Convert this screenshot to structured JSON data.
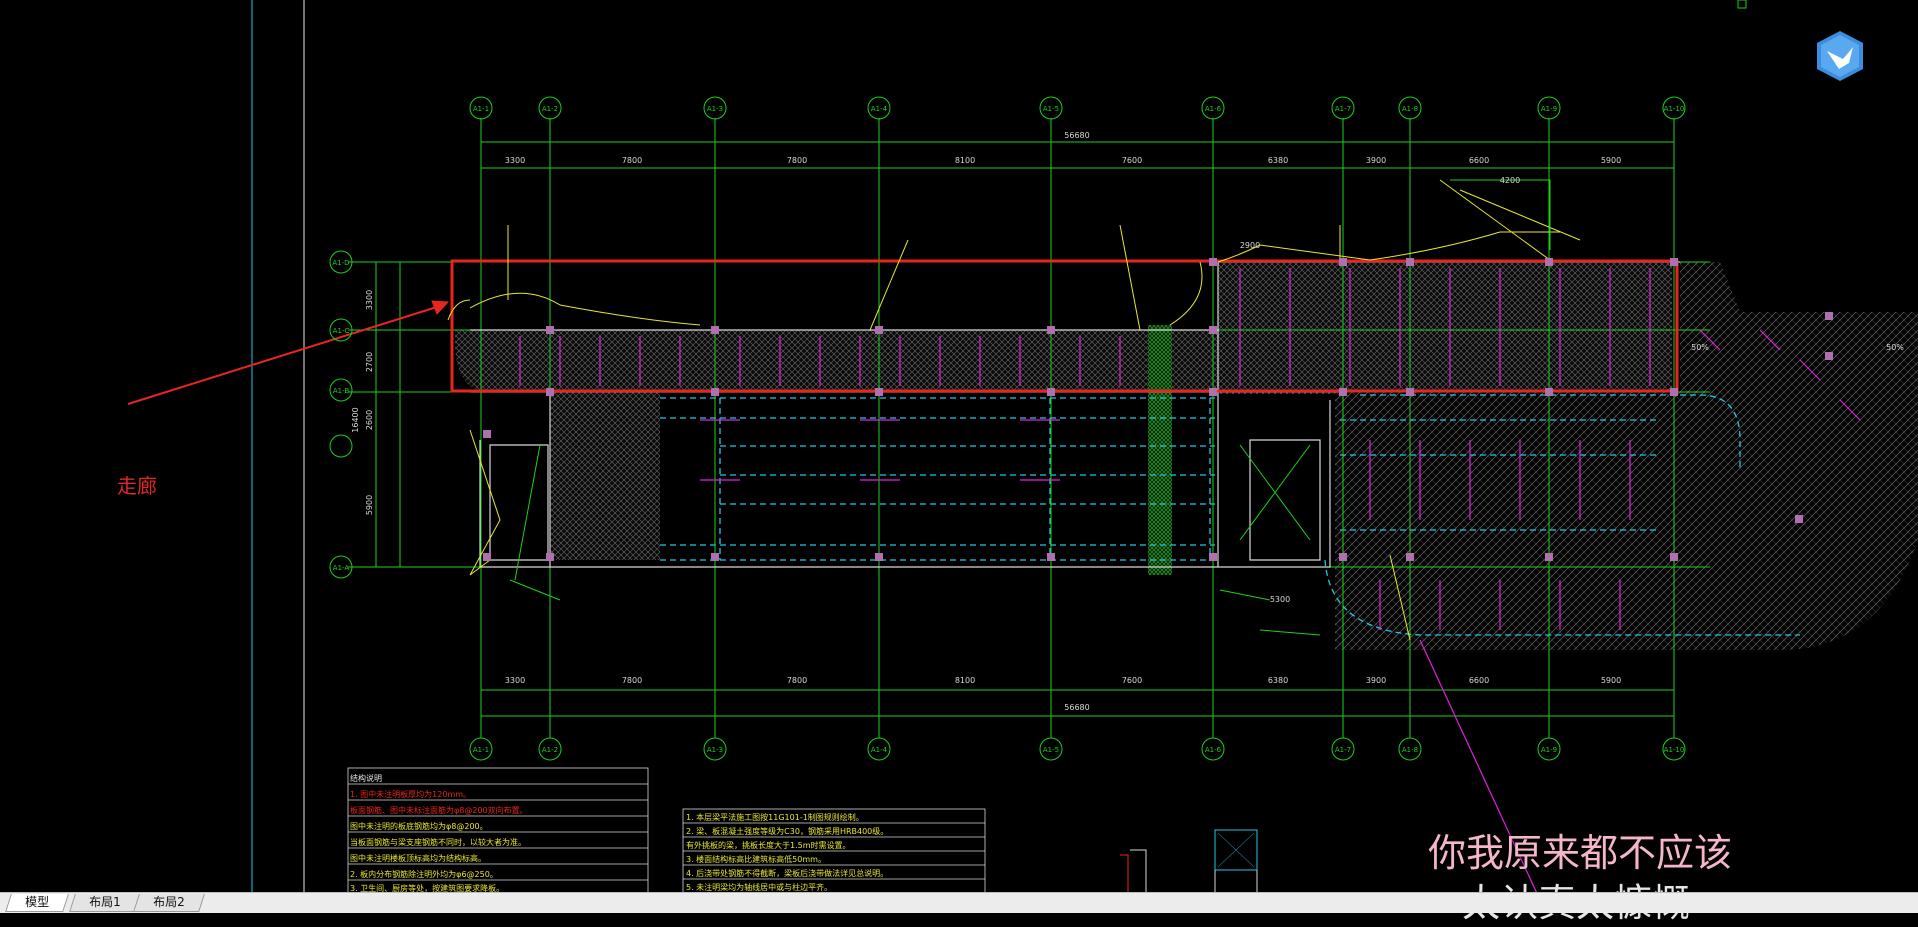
{
  "annotation": {
    "label": "走廊"
  },
  "subtitle": {
    "line1": "你我原来都不应该",
    "line2": "太认真太慷慨"
  },
  "tabs": [
    {
      "label": "模型",
      "active": true
    },
    {
      "label": "布局1",
      "active": false
    },
    {
      "label": "布局2",
      "active": false
    }
  ],
  "grid_axes_top": [
    "A1-1",
    "A1-2",
    "A1-3",
    "A1-4",
    "A1-5",
    "A1-6",
    "A1-7",
    "A1-8",
    "A1-9",
    "A1-10"
  ],
  "grid_axes_left": [
    "A1-D",
    "A1-C",
    "A1-B",
    "A1-A"
  ],
  "dims_top": {
    "total": "56680",
    "spans": [
      "3300",
      "7800",
      "7800",
      "8100",
      "7600",
      "6380",
      "3900",
      "6600",
      "5900"
    ]
  },
  "dims_bottom": {
    "total": "56680",
    "spans": [
      "3300",
      "7800",
      "7800",
      "8100",
      "7600",
      "6380",
      "3900",
      "6600",
      "5900"
    ]
  },
  "dims_left": {
    "total": "16400",
    "spans": [
      "3300",
      "2700",
      "2600",
      "5900"
    ]
  },
  "dim_misc": {
    "d1": "4200",
    "d2": "2900",
    "d3": "5300",
    "pct1": "50%",
    "pct2": "50%"
  },
  "colors": {
    "grid": "#19d219",
    "highlight": "#e6261f",
    "magenta": "#e020e0",
    "yellow": "#e8e830",
    "cyan": "#22c8e8",
    "white": "#e8e8e8"
  },
  "notes_left": {
    "title": "结构说明",
    "lines": [
      "1. 图中未注明板厚均为120mm。",
      "   板面钢筋、图中未标注面筋为φ8@200双向布置。",
      "   图中未注明的板底钢筋均为φ8@200。",
      "   当板面钢筋与梁支座钢筋不同时，以较大者为准。",
      "   图中未注明楼板顶标高均为结构标高。",
      "2. 板内分布钢筋除注明外均为φ6@250。",
      "3. 卫生间、厨房等处，按建筑图要求降板。"
    ]
  },
  "notes_mid": {
    "lines": [
      "1. 本层梁平法施工图按11G101-1制图规则绘制。",
      "2. 梁、板混凝土强度等级为C30，钢筋采用HRB400级。",
      "   有外挑板的梁，挑板长度大于1.5m时需设置。",
      "3. 楼面结构标高比建筑标高低50mm。",
      "4. 后浇带处钢筋不得截断，梁板后浇带做法详见总说明。",
      "5. 未注明梁均为轴线居中或与柱边平齐。"
    ]
  }
}
